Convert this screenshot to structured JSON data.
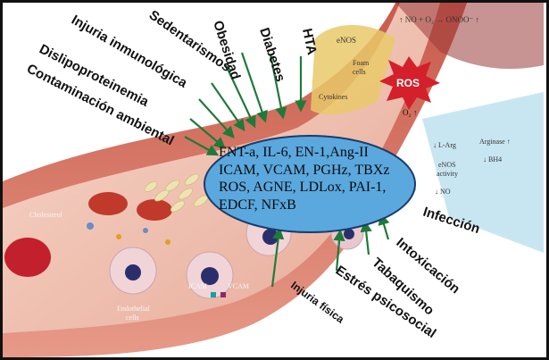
{
  "risk_factors": {
    "contaminacion": "Contaminación ambiental",
    "dislipoproteinemia": "Dislipoproteinemia",
    "injuria_inmunologica": "Injuria inmunológica",
    "sedentarismo": "Sedentarismos",
    "obesidad": "Obesidad",
    "diabetes": "Diabetes",
    "hta": "HTA",
    "infeccion": "Infección",
    "intoxicacion": "Intoxicación",
    "tabaquismo": "Tabaquismo",
    "estres": "Estrés psicosocial",
    "injuria_fisica": "Injuria física"
  },
  "mediators": {
    "line1": "FNT-a, IL-6, EN-1,Ang-II",
    "line2": "ICAM, VCAM, PGHz, TBXz",
    "line3": "ROS, AGNE, LDLox, PAI-1,",
    "line4": "EDCF, NFxB"
  },
  "vessel_labels": {
    "no_reaction": "↑ NO + O₂ → ONOO⁻ ↑",
    "enos": "eNOS",
    "foam": "Foam",
    "cells": "cells",
    "cytokines": "Cytokines",
    "ros": "ROS",
    "o2": "O₂ ↑",
    "larg": "↓ L-Arg",
    "arginase": "Arginase ↑",
    "bh4": "↓ BH4",
    "enos2": "eNOS",
    "activity": "activity",
    "no_down": "↓ NO",
    "cholesterol": "Cholesterol",
    "icam": "ICAM",
    "vcam": "VCAM",
    "endothelial": "Endothelial",
    "endo_cells": "cells"
  },
  "colors": {
    "vessel_wall": "#d9786a",
    "lumen": "#f1c2b2",
    "oval": "#5aa8de",
    "arrow": "#1f7a3a",
    "ros_burst": "#d3202a",
    "foam": "#e9c96a",
    "light_blue_zone": "#bfe0ee"
  }
}
